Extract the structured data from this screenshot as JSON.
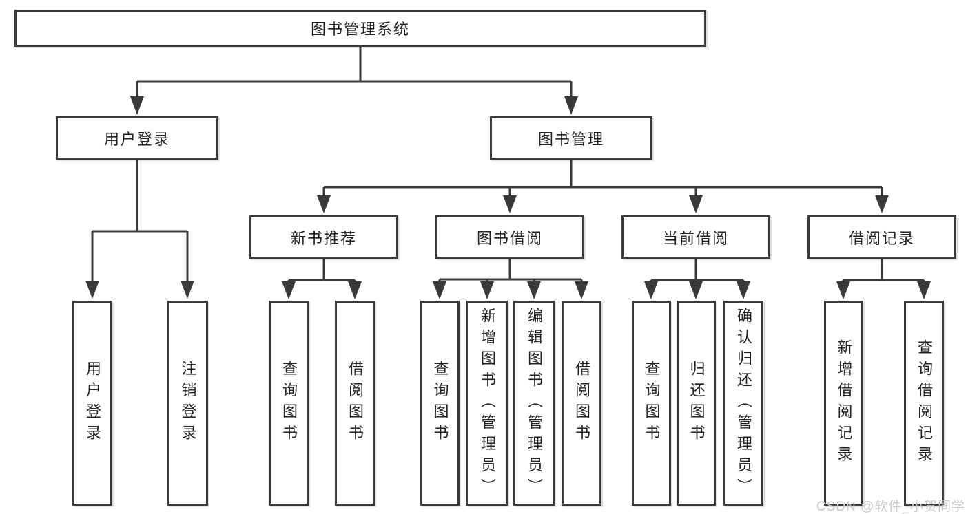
{
  "tree": {
    "root": "图书管理系统",
    "children": [
      {
        "label": "用户登录",
        "children": [
          {
            "label": "用户登录"
          },
          {
            "label": "注销登录"
          }
        ]
      },
      {
        "label": "图书管理",
        "children": [
          {
            "label": "新书推荐",
            "children": [
              {
                "label": "查询图书"
              },
              {
                "label": "借阅图书"
              }
            ]
          },
          {
            "label": "图书借阅",
            "children": [
              {
                "label": "查询图书"
              },
              {
                "label": "新增图书（管理员）"
              },
              {
                "label": "编辑图书（管理员）"
              },
              {
                "label": "借阅图书"
              }
            ]
          },
          {
            "label": "当前借阅",
            "children": [
              {
                "label": "查询图书"
              },
              {
                "label": "归还图书"
              },
              {
                "label": "确认归还（管理员）"
              }
            ]
          },
          {
            "label": "借阅记录",
            "children": [
              {
                "label": "新增借阅记录"
              },
              {
                "label": "查询借阅记录"
              }
            ]
          }
        ]
      }
    ]
  },
  "watermark": {
    "text": "CSDN @软件_小贺同学"
  },
  "colors": {
    "line": "#3a3a3a",
    "text": "#222222",
    "watermark": "#c9c9c9",
    "background": "#ffffff"
  }
}
